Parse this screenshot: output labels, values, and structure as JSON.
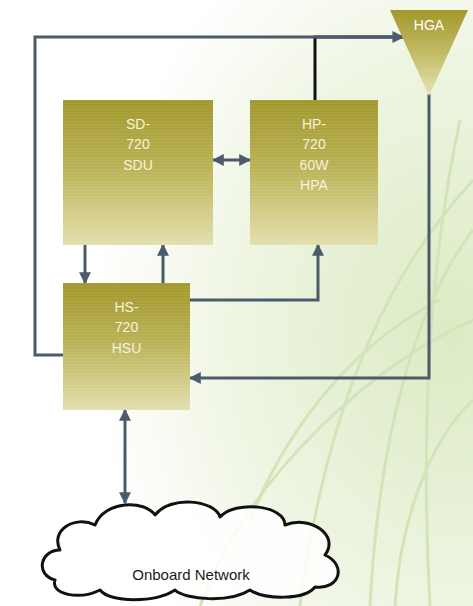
{
  "diagram": {
    "nodes": [
      {
        "text": [
          "HGA"
        ]
      },
      {
        "text": [
          "SD-720 SDU"
        ]
      },
      {
        "text": [
          "HP-720 60W HPA"
        ]
      },
      {
        "text": [
          "HS-720 HSU"
        ]
      },
      {
        "text": [
          "Onboard Network"
        ]
      }
    ],
    "edges": [
      {
        "from": 1,
        "to": 2,
        "arrow": "both"
      },
      {
        "from": 1,
        "to": 3,
        "arrow": "to"
      },
      {
        "from": 3,
        "to": 1,
        "arrow": "to"
      },
      {
        "from": 3,
        "to": 2,
        "arrow": "to"
      },
      {
        "from": 2,
        "to": 0,
        "arrow": "to"
      },
      {
        "from": 3,
        "to": 0,
        "arrow": "to"
      },
      {
        "from": 0,
        "to": 3,
        "arrow": "to"
      },
      {
        "from": 3,
        "to": 4,
        "arrow": "both"
      }
    ]
  }
}
